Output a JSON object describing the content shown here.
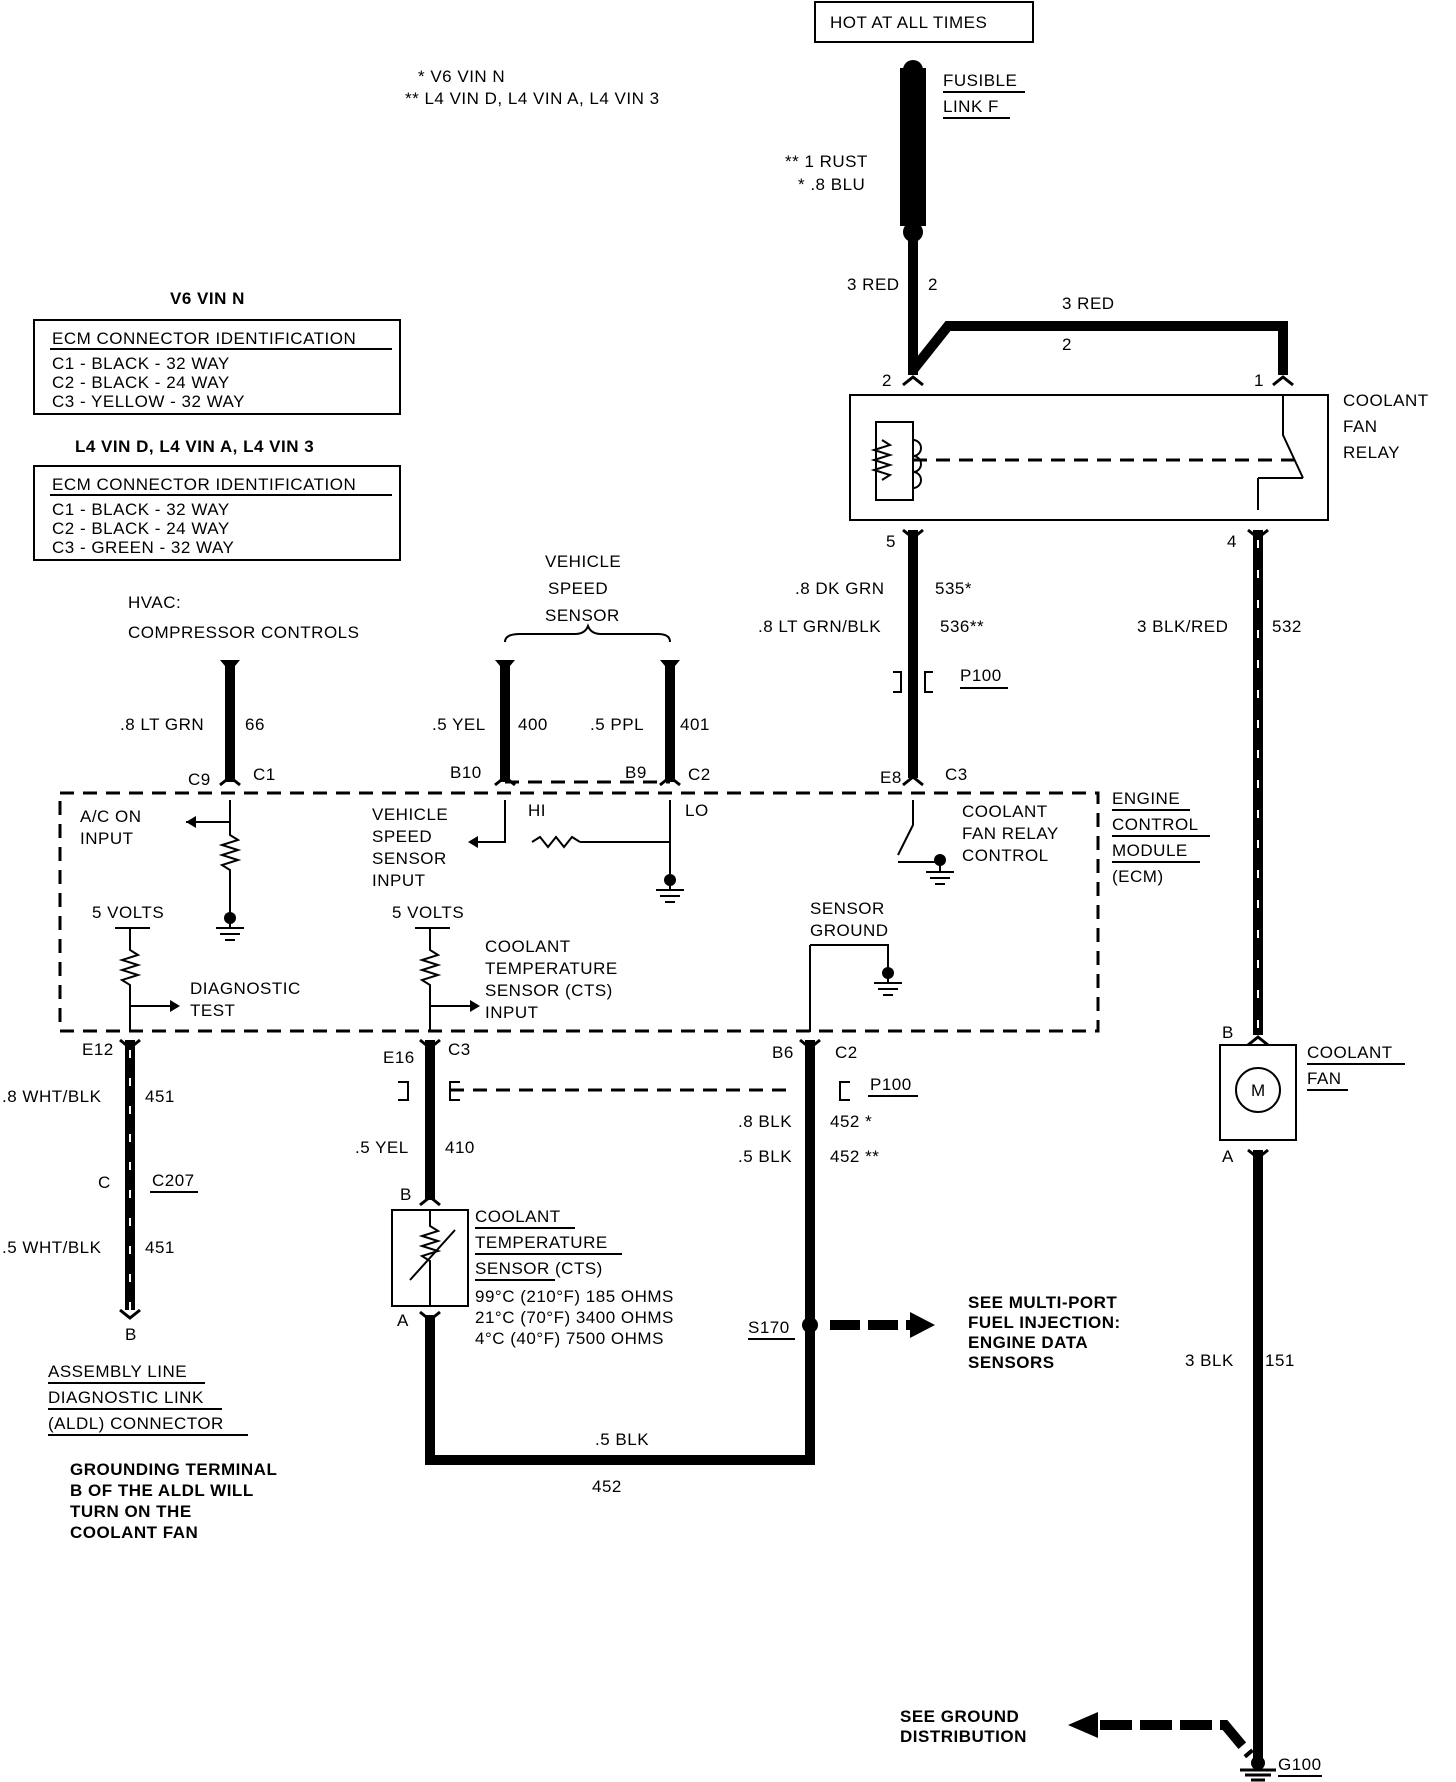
{
  "power": {
    "hot": "HOT AT ALL TIMES",
    "fusible": [
      "FUSIBLE",
      "LINK F"
    ],
    "rust": "** 1 RUST",
    "blu": "* .8 BLU"
  },
  "notes": {
    "v6": "*  V6 VIN N",
    "l4": "**  L4 VIN D, L4 VIN A, L4 VIN 3"
  },
  "ecm_id_v6": {
    "title": "V6 VIN N",
    "header": "ECM CONNECTOR IDENTIFICATION",
    "rows": [
      "C1 - BLACK - 32 WAY",
      "C2 - BLACK - 24 WAY",
      "C3 - YELLOW - 32 WAY"
    ]
  },
  "ecm_id_l4": {
    "title": "L4 VIN D, L4 VIN A, L4 VIN 3",
    "header": "ECM CONNECTOR IDENTIFICATION",
    "rows": [
      "C1 - BLACK - 32 WAY",
      "C2 - BLACK - 24 WAY",
      "C3 - GREEN - 32 WAY"
    ]
  },
  "relay": {
    "label": [
      "COOLANT",
      "FAN",
      "RELAY"
    ],
    "w3red_a": "3 RED",
    "c2": "2",
    "w3red_b": "3 RED",
    "c2b": "2",
    "pin2": "2",
    "pin1": "1",
    "pin5": "5",
    "pin4": "4",
    "dkgrn": ".8 DK GRN",
    "c535": "535*",
    "ltgrn": ".8 LT GRN/BLK",
    "c536": "536**",
    "blkred": "3 BLK/RED",
    "c532": "532",
    "p100": "P100"
  },
  "ecm": {
    "label": [
      "ENGINE",
      "CONTROL",
      "MODULE",
      "(ECM)"
    ],
    "hvac": [
      "HVAC:",
      "COMPRESSOR CONTROLS"
    ],
    "vss": [
      "VEHICLE",
      "SPEED",
      "SENSOR"
    ],
    "ltgrn": ".8 LT GRN",
    "c66": "66",
    "yel": ".5 YEL",
    "c400": "400",
    "ppl": ".5 PPL",
    "c401": "401",
    "C9": "C9",
    "C1": "C1",
    "B10": "B10",
    "B9": "B9",
    "C2": "C2",
    "E8": "E8",
    "C3": "C3",
    "ac": [
      "A/C ON",
      "INPUT"
    ],
    "vssin": [
      "VEHICLE",
      "SPEED",
      "SENSOR",
      "INPUT"
    ],
    "hi": "HI",
    "lo": "LO",
    "cfrc": [
      "COOLANT",
      "FAN RELAY",
      "CONTROL"
    ],
    "v5a": "5 VOLTS",
    "v5b": "5 VOLTS",
    "sg": [
      "SENSOR",
      "GROUND"
    ],
    "diag": [
      "DIAGNOSTIC",
      "TEST"
    ],
    "cts": [
      "COOLANT",
      "TEMPERATURE",
      "SENSOR (CTS)",
      "INPUT"
    ],
    "E12": "E12",
    "E16": "E16",
    "C3b": "C3",
    "B6": "B6",
    "C2b": "C2"
  },
  "lower": {
    "whtblk8": ".8 WHT/BLK",
    "c451a": "451",
    "C": "C",
    "C207": "C207",
    "whtblk5": ".5 WHT/BLK",
    "c451b": "451",
    "B": "B",
    "aldl": [
      "ASSEMBLY LINE",
      "DIAGNOSTIC LINK",
      "(ALDL) CONNECTOR"
    ],
    "note": [
      "GROUNDING TERMINAL",
      "B OF THE ALDL WILL",
      "TURN ON THE",
      "COOLANT FAN"
    ],
    "yel": ".5 YEL",
    "c410": "410",
    "p100": "P100",
    "blk8": ".8 BLK",
    "c452a": "452 *",
    "blk5": ".5 BLK",
    "c452b": "452 **",
    "ctsB": "B",
    "ctsA": "A",
    "cts": [
      "COOLANT",
      "TEMPERATURE",
      "SENSOR (CTS)"
    ],
    "spec": [
      "99°C (210°F) 185 OHMS",
      "21°C (70°F) 3400 OHMS",
      "4°C (40°F) 7500 OHMS"
    ],
    "s170": "S170",
    "mpfi": [
      "SEE MULTI-PORT",
      "FUEL INJECTION:",
      "ENGINE DATA",
      "SENSORS"
    ],
    "blk": ".5 BLK",
    "c452": "452"
  },
  "fan": {
    "B": "B",
    "A": "A",
    "label": [
      "COOLANT",
      "FAN"
    ],
    "M": "M",
    "blk3": "3 BLK",
    "c151": "151",
    "gnd": [
      "SEE GROUND",
      "DISTRIBUTION"
    ],
    "g100": "G100"
  }
}
